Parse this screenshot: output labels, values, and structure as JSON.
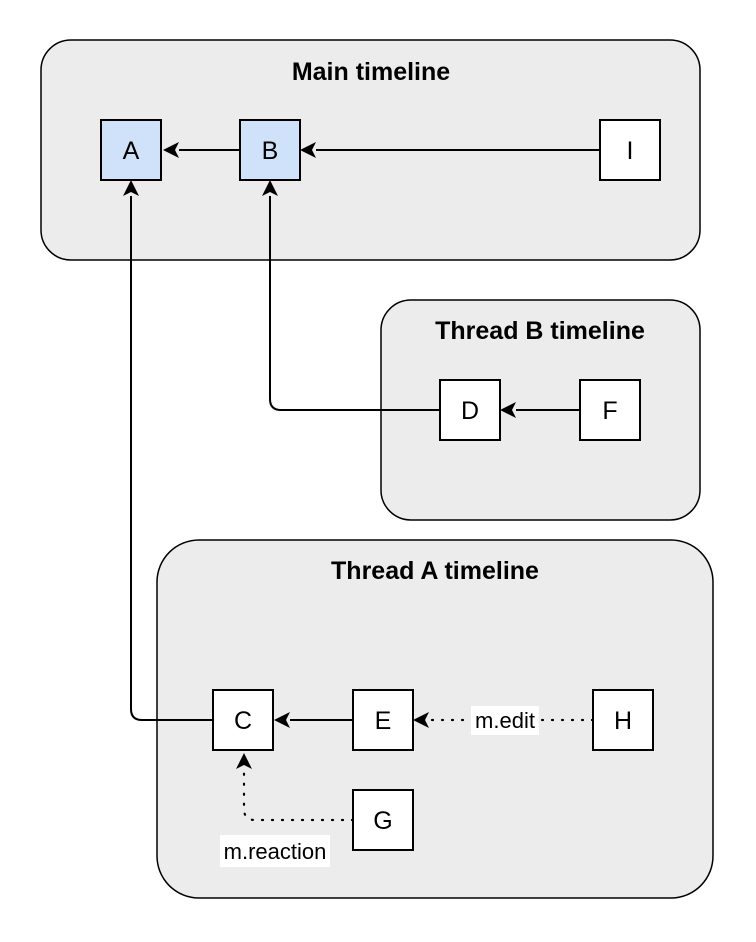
{
  "diagram": {
    "type": "event-graph",
    "containers": {
      "main": {
        "title": "Main timeline"
      },
      "thread_b": {
        "title": "Thread B timeline"
      },
      "thread_a": {
        "title": "Thread A timeline"
      }
    },
    "nodes": {
      "a": {
        "label": "A",
        "highlighted": true,
        "container": "main"
      },
      "b": {
        "label": "B",
        "highlighted": true,
        "container": "main"
      },
      "i": {
        "label": "I",
        "highlighted": false,
        "container": "main"
      },
      "d": {
        "label": "D",
        "highlighted": false,
        "container": "thread_b"
      },
      "f": {
        "label": "F",
        "highlighted": false,
        "container": "thread_b"
      },
      "c": {
        "label": "C",
        "highlighted": false,
        "container": "thread_a"
      },
      "e": {
        "label": "E",
        "highlighted": false,
        "container": "thread_a"
      },
      "h": {
        "label": "H",
        "highlighted": false,
        "container": "thread_a"
      },
      "g": {
        "label": "G",
        "highlighted": false,
        "container": "thread_a"
      }
    },
    "edges": [
      {
        "from": "B",
        "to": "A",
        "style": "solid",
        "label": ""
      },
      {
        "from": "I",
        "to": "B",
        "style": "solid",
        "label": ""
      },
      {
        "from": "F",
        "to": "D",
        "style": "solid",
        "label": ""
      },
      {
        "from": "D",
        "to": "B",
        "style": "solid",
        "label": ""
      },
      {
        "from": "E",
        "to": "C",
        "style": "solid",
        "label": ""
      },
      {
        "from": "C",
        "to": "A",
        "style": "solid",
        "label": ""
      },
      {
        "from": "H",
        "to": "E",
        "style": "dotted",
        "label": "m.edit"
      },
      {
        "from": "G",
        "to": "C",
        "style": "dotted",
        "label": "m.reaction"
      }
    ],
    "colors": {
      "background": "#ffffff",
      "container_fill": "#ececec",
      "container_stroke": "#000000",
      "node_fill": "#ffffff",
      "highlight_node_fill": "#cfe2f9",
      "node_stroke": "#000000",
      "edge_color": "#000000"
    }
  }
}
